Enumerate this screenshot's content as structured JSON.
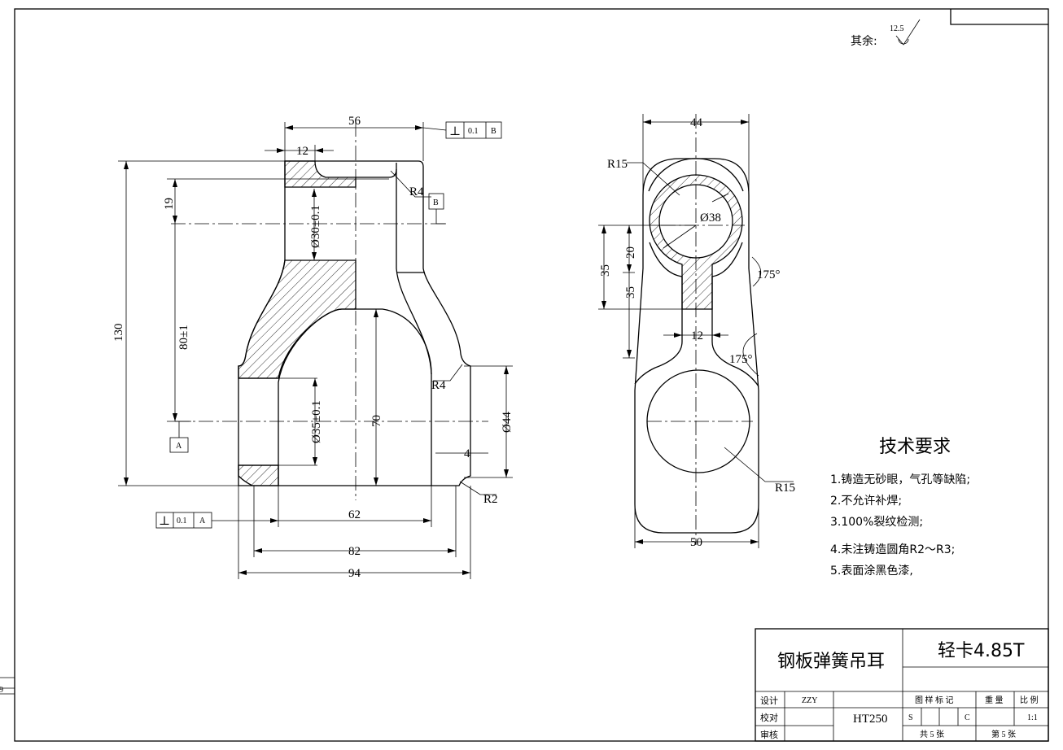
{
  "surface_note": {
    "label": "其余:",
    "roughness": "12.5"
  },
  "side_strip": {
    "value": "9"
  },
  "front_view": {
    "dims": {
      "d56": "56",
      "d12": "12",
      "d130": "130",
      "d19": "19",
      "d80": "80±1",
      "d30": "Ø30±0.1",
      "d35": "Ø35±0.1",
      "d70": "70",
      "d44": "Ø44",
      "d4": "4",
      "d62": "62",
      "d82": "82",
      "d94": "94",
      "r4a": "R4",
      "r4b": "R4",
      "r2": "R2"
    },
    "datum_a": "A",
    "datum_b": "B",
    "fcf_top": {
      "symbol": "⊥",
      "tol": "0.1",
      "datum": "B"
    },
    "fcf_bottom": {
      "symbol": "⊥",
      "tol": "0.1",
      "datum": "A"
    }
  },
  "side_view": {
    "dims": {
      "d44": "44",
      "d50": "50",
      "r15a": "R15",
      "r15b": "R15",
      "d38": "Ø38",
      "d35a": "35",
      "d20": "20",
      "d35b": "35",
      "d12": "12",
      "a1": "175°",
      "a2": "175°"
    }
  },
  "tech": {
    "title": "技术要求",
    "items": [
      "1.铸造无砂眼，气孔等缺陷;",
      "2.不允许补焊;",
      "3.100%裂纹检测;",
      "4.未注铸造圆角R2～R3;",
      "5.表面涂黑色漆,"
    ]
  },
  "title_block": {
    "part_name": "钢板弹簧吊耳",
    "product": "轻卡4.85T",
    "design_label": "设计",
    "design_value": "ZZY",
    "check_label": "校对",
    "review_label": "审核",
    "material": "HT250",
    "mark_label": "图 样 标 记",
    "weight_label": "重 量",
    "scale_label": "比 例",
    "mark_s": "S",
    "mark_c": "C",
    "scale_value": "1:1",
    "total_sheets": "共  5  张",
    "sheet_no": "第  5  张"
  }
}
